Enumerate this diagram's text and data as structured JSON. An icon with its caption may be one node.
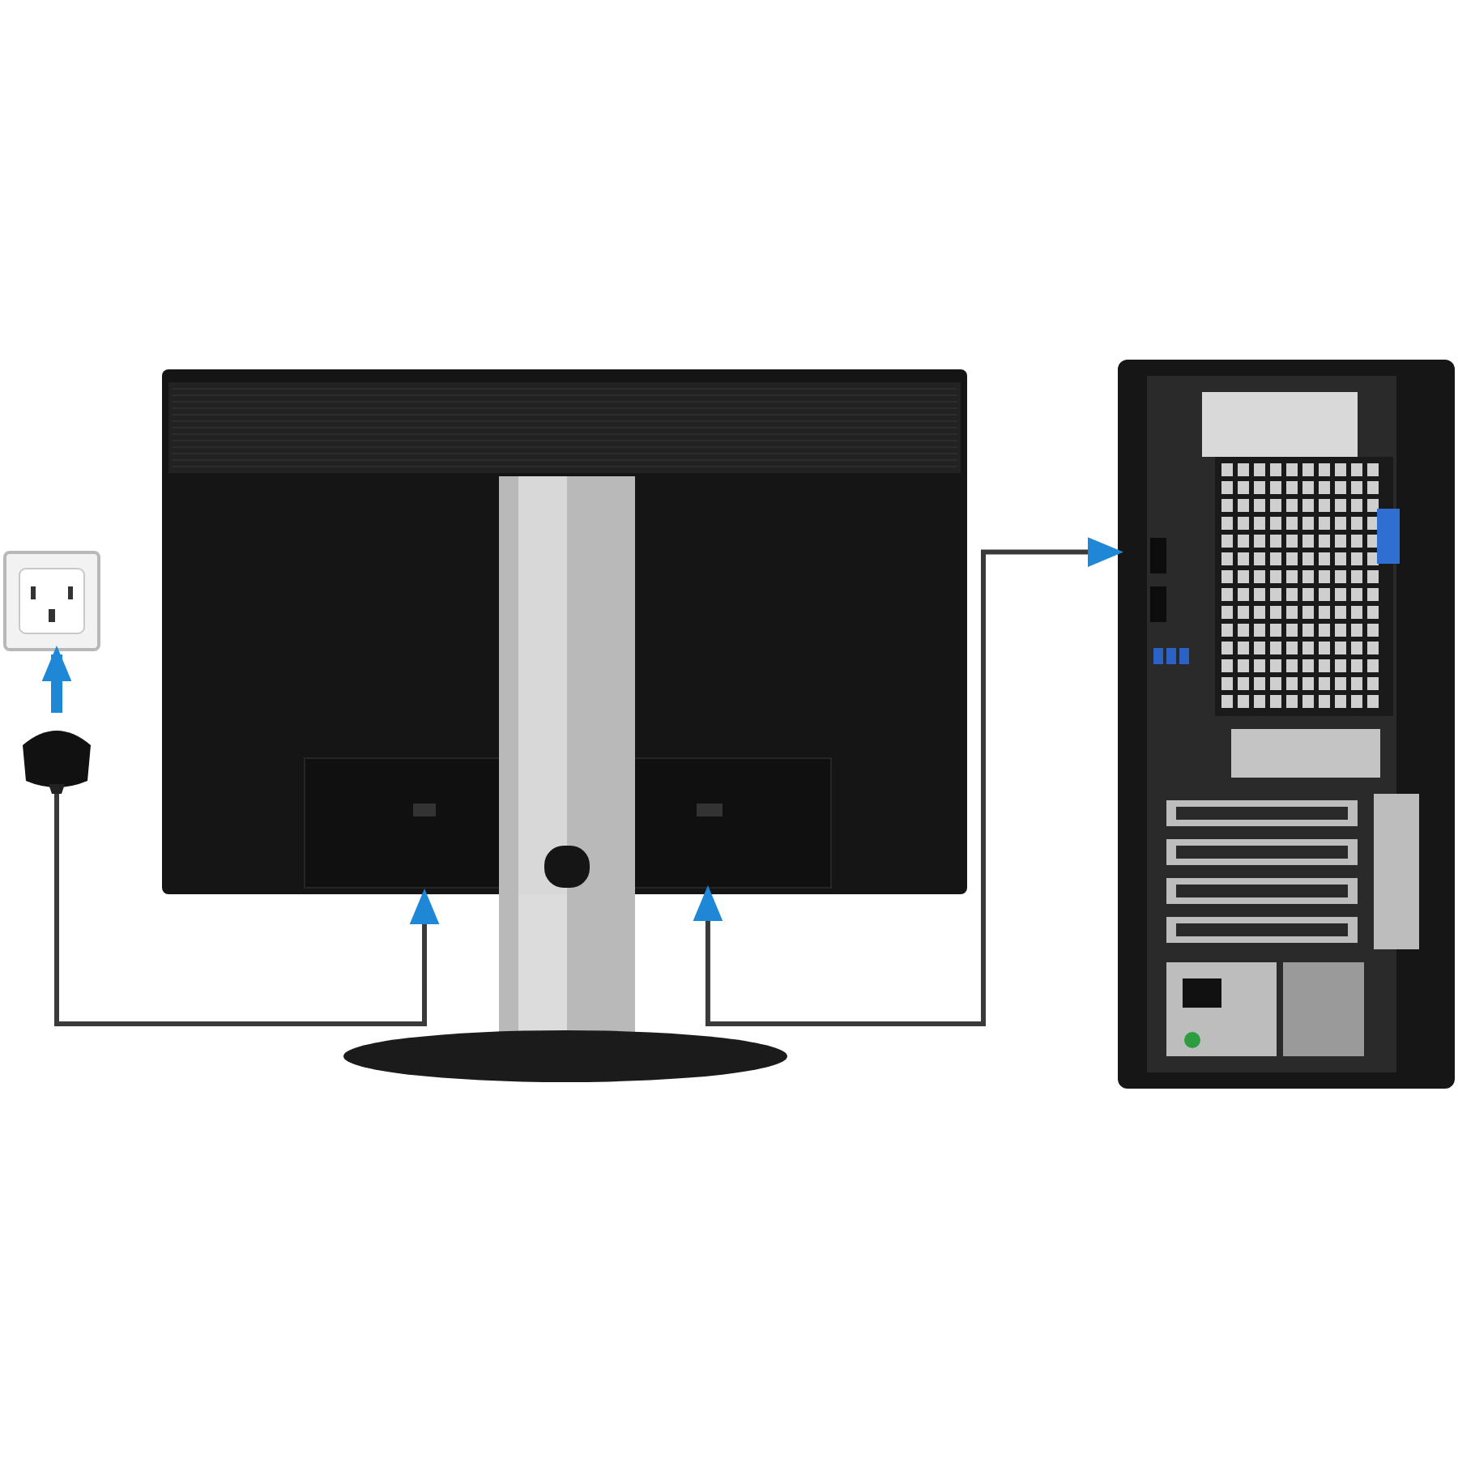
{
  "diagram": {
    "nodes": [
      {
        "text": [],
        "shape": "picture"
      },
      {
        "text": [],
        "shape": "picture"
      },
      {
        "text": [],
        "shape": "picture"
      },
      {
        "text": [],
        "shape": "picture"
      }
    ],
    "edges": [
      {
        "from": 1,
        "to": 0,
        "arrow": "to",
        "style": "thick",
        "color": "#1e88d6"
      },
      {
        "from": 1,
        "to": 2,
        "arrow": "to"
      },
      {
        "from": 2,
        "to": 3,
        "arrow": "both"
      }
    ]
  }
}
